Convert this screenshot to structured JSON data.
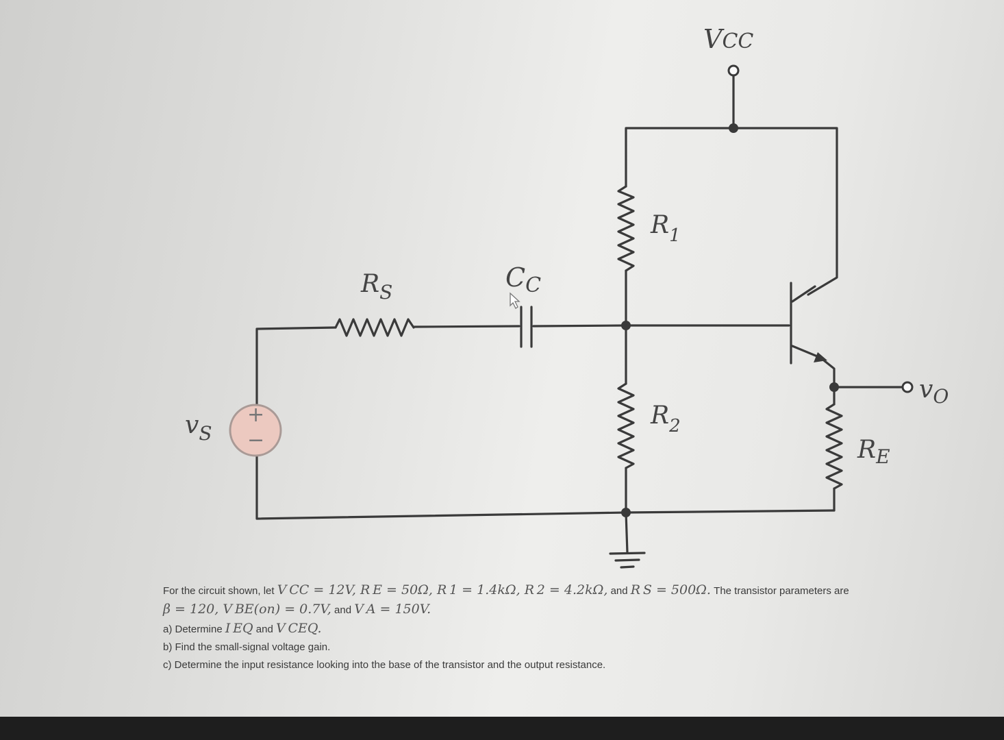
{
  "labels": {
    "vcc": "V",
    "vcc_sub": "CC",
    "r1": "R",
    "r1_sub": "1",
    "r2": "R",
    "r2_sub": "2",
    "rs": "R",
    "rs_sub": "S",
    "cc": "C",
    "cc_sub": "C",
    "re": "R",
    "re_sub": "E",
    "vs": "v",
    "vs_sub": "S",
    "vo": "v",
    "vo_sub": "O",
    "plus": "+",
    "minus": "−"
  },
  "problem": {
    "l1_a": "For the circuit shown, let",
    "l1_m1": "V CC = 12V, R E = 50Ω, R 1 = 1.4kΩ, R 2 = 4.2kΩ,",
    "l1_b": "and",
    "l1_m2": "R S = 500Ω.",
    "l1_c": "The transistor parameters are",
    "l2_m1": "β = 120, V BE(on) = 0.7V,",
    "l2_a": "and",
    "l2_m2": "V A = 150V.",
    "l3_a": "a) Determine",
    "l3_m1": "I EQ",
    "l3_b": "and",
    "l3_m2": "V CEQ.",
    "l4": "b) Find the small-signal voltage gain.",
    "l5": "c) Determine the input resistance looking into the base of the transistor and the output resistance."
  },
  "colors": {
    "wire": "#3a3a3a",
    "source_fill": "#ecc9c0",
    "source_stroke": "#a99a96",
    "bottom_bar": "#1e1e1e"
  }
}
